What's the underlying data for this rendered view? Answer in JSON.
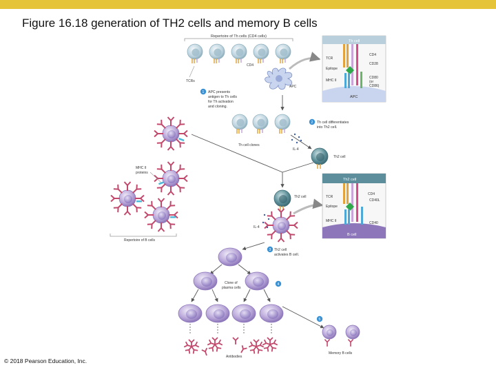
{
  "title": "Figure 16.18  generation of TH2 cells and memory B cells",
  "copyright": "© 2018 Pearson Education, Inc.",
  "colors": {
    "accent_bar": "#e6c43a",
    "t_cell": "#b9d0dc",
    "th2_cell": "#5c8e9c",
    "b_cell": "#b6a4d6",
    "antibody": "#c2486c",
    "apc": "#c9d5ef",
    "step_badge": "#3a92d4",
    "arrow": "#555555"
  },
  "labels": {
    "repertoire_th": "Repertoire of Th cells (CD4 cells)",
    "cd4_small": "CD4",
    "tcrs": "TCRs",
    "apc": "APC",
    "step1": [
      "APC presents",
      "antigen to Th cells",
      "for Th activation",
      "and cloning."
    ],
    "step2": [
      "Th cell differentiates",
      "into Th2 cell."
    ],
    "th_clones": "Th cell clones",
    "il4": "IL-4",
    "th2_cell": "Th2 cell",
    "mhc_ii_proteins": [
      "MHC II",
      "proteins"
    ],
    "repertoire_b": "Repertoire of B cells",
    "step3": [
      "Th2 cell",
      "activates B cell."
    ],
    "clone_plasma": [
      "Clone of",
      "plasma cells"
    ],
    "antibodies": "Antibodies",
    "memory_b": "Memory B cells"
  },
  "steps": [
    "1",
    "2",
    "3",
    "4",
    "5"
  ],
  "inset1": {
    "cell_label": "Th cell",
    "tcr": "TCR",
    "epitope": "Epitope",
    "mhc": "MHC II",
    "cd4": "CD4",
    "cd28": "CD28",
    "b7": [
      "CD80",
      "(or",
      "CD86)"
    ],
    "apc": "APC"
  },
  "inset2": {
    "cell_label": "Th2 cell",
    "tcr": "TCR",
    "epitope": "Epitope",
    "mhc": "MHC II",
    "cd4": "CD4",
    "cd40l": "CD40L",
    "cd40": "CD40",
    "b_cell": "B cell"
  }
}
